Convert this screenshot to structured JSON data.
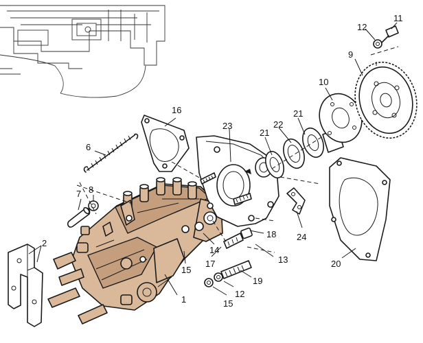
{
  "callouts": [
    {
      "id": "c1",
      "label": "1"
    },
    {
      "id": "c2",
      "label": "2"
    },
    {
      "id": "c6",
      "label": "6"
    },
    {
      "id": "c7",
      "label": "7"
    },
    {
      "id": "c8",
      "label": "8"
    },
    {
      "id": "c9",
      "label": "9"
    },
    {
      "id": "c10",
      "label": "10"
    },
    {
      "id": "c11",
      "label": "11"
    },
    {
      "id": "c12a",
      "label": "12"
    },
    {
      "id": "c12b",
      "label": "12"
    },
    {
      "id": "c13",
      "label": "13"
    },
    {
      "id": "c14",
      "label": "14"
    },
    {
      "id": "c15a",
      "label": "15"
    },
    {
      "id": "c15b",
      "label": "15"
    },
    {
      "id": "c16",
      "label": "16"
    },
    {
      "id": "c17",
      "label": "17"
    },
    {
      "id": "c18",
      "label": "18"
    },
    {
      "id": "c19",
      "label": "19"
    },
    {
      "id": "c20",
      "label": "20"
    },
    {
      "id": "c21a",
      "label": "21"
    },
    {
      "id": "c21b",
      "label": "21"
    },
    {
      "id": "c22",
      "label": "22"
    },
    {
      "id": "c23",
      "label": "23"
    },
    {
      "id": "c24",
      "label": "24"
    }
  ],
  "colors": {
    "ink": "#1a1a1a",
    "pump_fill": "#d9b99a",
    "paper": "#ffffff"
  }
}
